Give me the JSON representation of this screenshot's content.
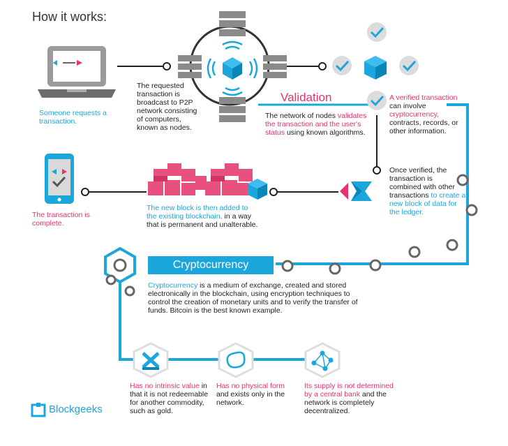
{
  "title": "How it works:",
  "step1": {
    "text": "Someone requests a transaction."
  },
  "step2": {
    "text": "The requested transaction is broadcast to P2P network consisting of computers, known as nodes.",
    "highlight": "P2P"
  },
  "validation": {
    "heading": "Validation",
    "line1": "The network of nodes",
    "highlight": "validates the transaction and the user's status",
    "line3": "using known algorithms."
  },
  "verified": {
    "highlight": "A verified transaction",
    "text1": "can involve",
    "highlight2": "cryptocurrency,",
    "text2": "contracts, records, or other information."
  },
  "combined": {
    "text": "Once verified, the transaction is combined with other transactions",
    "highlight": "to create a new block of data for the ledger."
  },
  "newblock": {
    "highlight": "The new block is then added to the existing blockchain,",
    "text": "in a way that is permanent and unalterable."
  },
  "complete": {
    "text": "The transaction is complete."
  },
  "crypto": {
    "heading": "Cryptocurrency",
    "highlight": "Cryptocurrency",
    "text": "is a medium of exchange, created and stored electronically in the blockchain, using encryption techniques to control the creation of monetary units and to verify the transfer of funds. Bitcoin is the best known example."
  },
  "features": [
    {
      "highlight": "Has no intrinsic value",
      "text": "in that it is not redeemable for another commodity, such as gold."
    },
    {
      "highlight": "Has no physical form",
      "text": "and exists only in the network."
    },
    {
      "highlight": "Its supply is not determined by a central bank",
      "text": "and the network is completely decentralized."
    }
  ],
  "brand": {
    "name": "Blockgeeks"
  },
  "colors": {
    "cyan": "#1ba6dc",
    "magenta": "#e6326e",
    "gray": "#8a8a8a",
    "dark": "#222222"
  }
}
